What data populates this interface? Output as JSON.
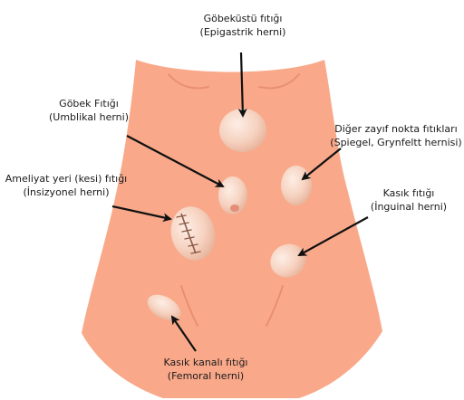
{
  "colors": {
    "skin": "#f9a98a",
    "skin_shadow": "#e8906f",
    "hernia_fill": "#f6d2c0",
    "hernia_highlight": "#fdeee5",
    "hernia_shadow": "#e7b29a",
    "scar": "#8a5a4a",
    "arrow": "#111111",
    "text": "#1a1a1a"
  },
  "labels": {
    "epigastric": {
      "title": "Göbeküstü fıtığı",
      "subtitle": "(Epigastrik herni)"
    },
    "umbilical": {
      "title": "Göbek Fıtığı",
      "subtitle": "(Umblikal herni)"
    },
    "weak_point": {
      "title": "Diğer zayıf nokta fıtıkları",
      "subtitle": "(Spiegel, Grynfeltt hernisi)"
    },
    "incisional": {
      "title": "Ameliyat yeri (kesi) fıtığı",
      "subtitle": "(İnsizyonel herni)"
    },
    "inguinal": {
      "title": "Kasık fıtığı",
      "subtitle": "(İnguinal herni)"
    },
    "femoral": {
      "title": "Kasık kanalı fıtığı",
      "subtitle": "(Femoral herni)"
    }
  }
}
